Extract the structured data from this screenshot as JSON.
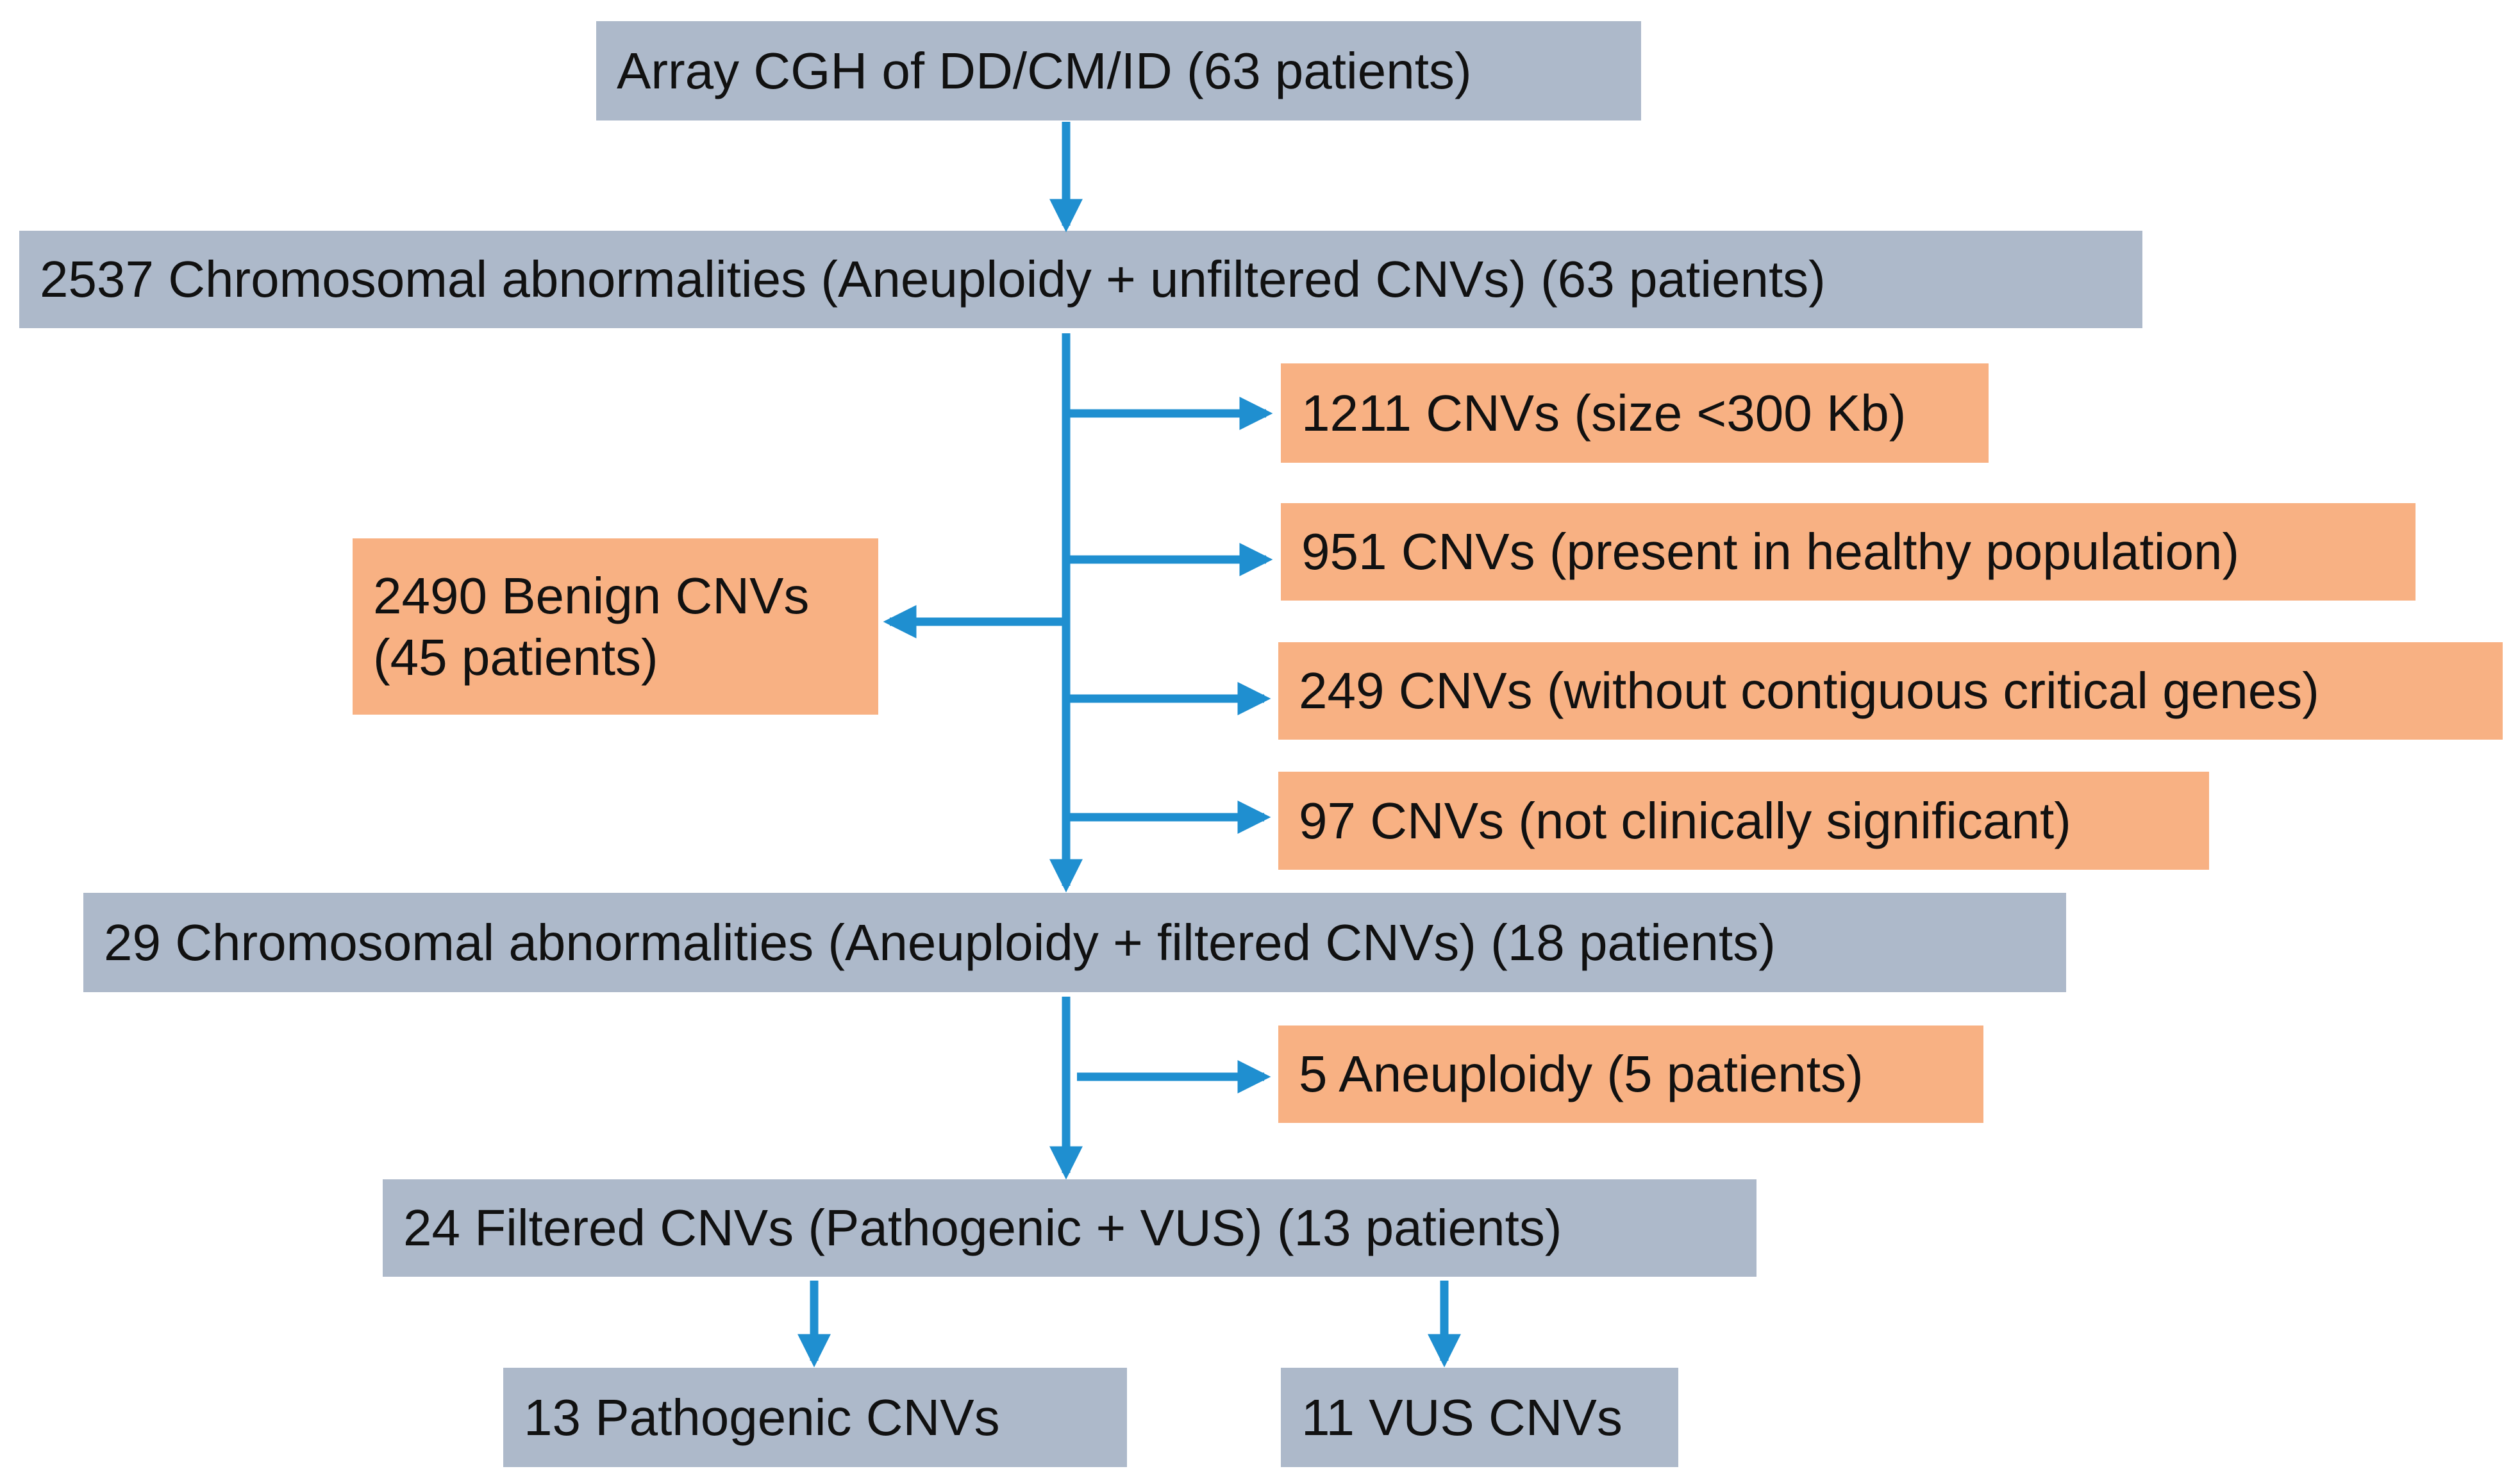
{
  "colors": {
    "main_box": "#adb9ca",
    "excluded_box": "#f8b183",
    "arrow": "#1f8fd0"
  },
  "nodes": {
    "start": "Array CGH of DD/CM/ID (63 patients)",
    "unfiltered": "2537 Chromosomal abnormalities (Aneuploidy + unfiltered CNVs) (63 patients)",
    "size_filter": "1211 CNVs (size <300 Kb)",
    "healthy_filter": "951 CNVs (present in healthy population)",
    "genes_filter": "249 CNVs (without contiguous critical genes)",
    "clinical_filter": "97 CNVs (not clinically significant)",
    "benign_line1": "2490 Benign CNVs",
    "benign_line2": "(45 patients)",
    "filtered": "29 Chromosomal abnormalities (Aneuploidy + filtered CNVs) (18 patients)",
    "aneuploidy": "5 Aneuploidy (5 patients)",
    "filtered_cnvs": "24 Filtered CNVs (Pathogenic + VUS) (13 patients)",
    "pathogenic": "13 Pathogenic CNVs",
    "vus": "11 VUS CNVs"
  }
}
